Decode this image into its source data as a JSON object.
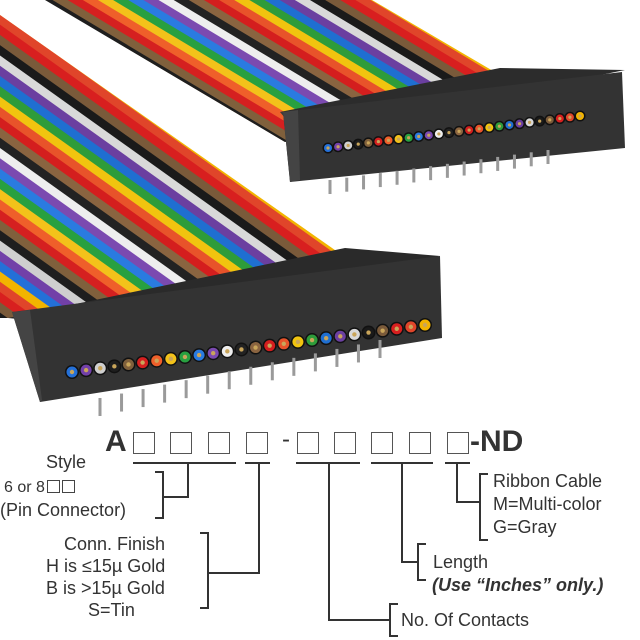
{
  "part_number": {
    "prefix": "A",
    "separator": "-",
    "suffix": "-ND"
  },
  "labels": {
    "style": {
      "title": "Style",
      "line1_text": "6 or 8",
      "line2": "(Pin Connector)"
    },
    "finish": {
      "title": "Conn. Finish",
      "line1": "H is ≤15µ  Gold",
      "line2": "B is >15µ  Gold",
      "line3": "S=Tin"
    },
    "contacts": {
      "title": "No. Of Contacts"
    },
    "length": {
      "title": "Length",
      "note": "(Use “Inches” only.)"
    },
    "cable": {
      "title": "Ribbon Cable",
      "line1": "M=Multi-color",
      "line2": "G=Gray"
    }
  },
  "wire_colors": [
    "#f2b400",
    "#e0452a",
    "#d81f1f",
    "#7a5a3a",
    "#1a1a1a",
    "#d9d9d9",
    "#6b3fa0",
    "#1f6fd1",
    "#2e9c3a",
    "#f1c40f",
    "#e8532a",
    "#d41e1e",
    "#8a6440",
    "#222222",
    "#eeeeee",
    "#7b4ab0",
    "#2a7be0",
    "#28a040",
    "#f3c21a",
    "#ef5f2a",
    "#d52020",
    "#80603c",
    "#1e1e1e",
    "#cfcfcf",
    "#7240a8",
    "#2470d8"
  ]
}
